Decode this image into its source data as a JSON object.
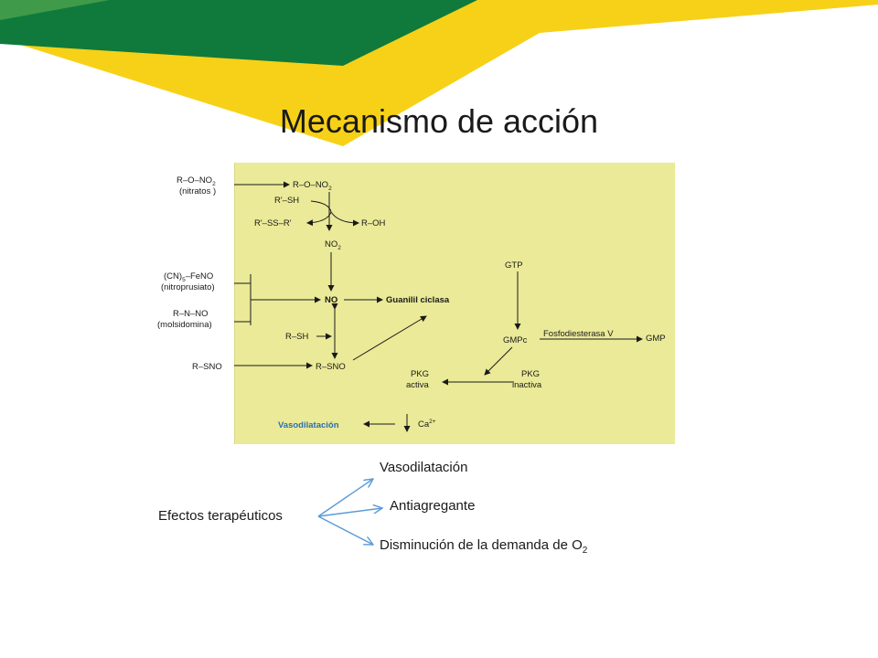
{
  "colors": {
    "green": "#0f7a3c",
    "yellow": "#f7d117",
    "figure_bg": "#eaea98",
    "effect_arrows": "#5b9bd5",
    "vaso_blue": "#2a6fb3"
  },
  "slide": {
    "title": "Mecanismo de acción"
  },
  "diagram": {
    "nitrate_formula": "R–O–NO",
    "nitrate_sub": "2",
    "nitrate_name": "(nitratos )",
    "center_nitrate": "R–O–NO",
    "center_nitrate_sub": "2",
    "thiol": "R'–SH",
    "disulfide": "R'–SS–R'",
    "alcohol": "R–OH",
    "no2": "NO",
    "no2_sub": "2",
    "np_formula_a": "(CN)",
    "np_formula_sub": "5",
    "np_formula_b": "–FeNO",
    "np_name": "(nitroprusiato)",
    "mol_formula": "R–N–NO",
    "mol_name": "(molsidomina)",
    "no": "NO",
    "guanylyl": "Guanilil ciclasa",
    "gtp": "GTP",
    "rsh": "R–SH",
    "rsno_left": "R–SNO",
    "rsno_center": "R–SNO",
    "gmpc": "GMPc",
    "pde": "Fosfodiesterasa V",
    "gmp": "GMP",
    "pkg_active_1": "PKG",
    "pkg_active_2": "activa",
    "pkg_inactive_1": "PKG",
    "pkg_inactive_2": "inactiva",
    "vasodilation": "Vasodilatación",
    "calcium": "Ca",
    "calcium_sup": "2+"
  },
  "effects": {
    "label": "Efectos terapéuticos",
    "items": [
      {
        "text": "Vasodilatación"
      },
      {
        "text": "Antiagregante"
      },
      {
        "text": "Disminución de la demanda de O",
        "sub": "2"
      }
    ]
  }
}
